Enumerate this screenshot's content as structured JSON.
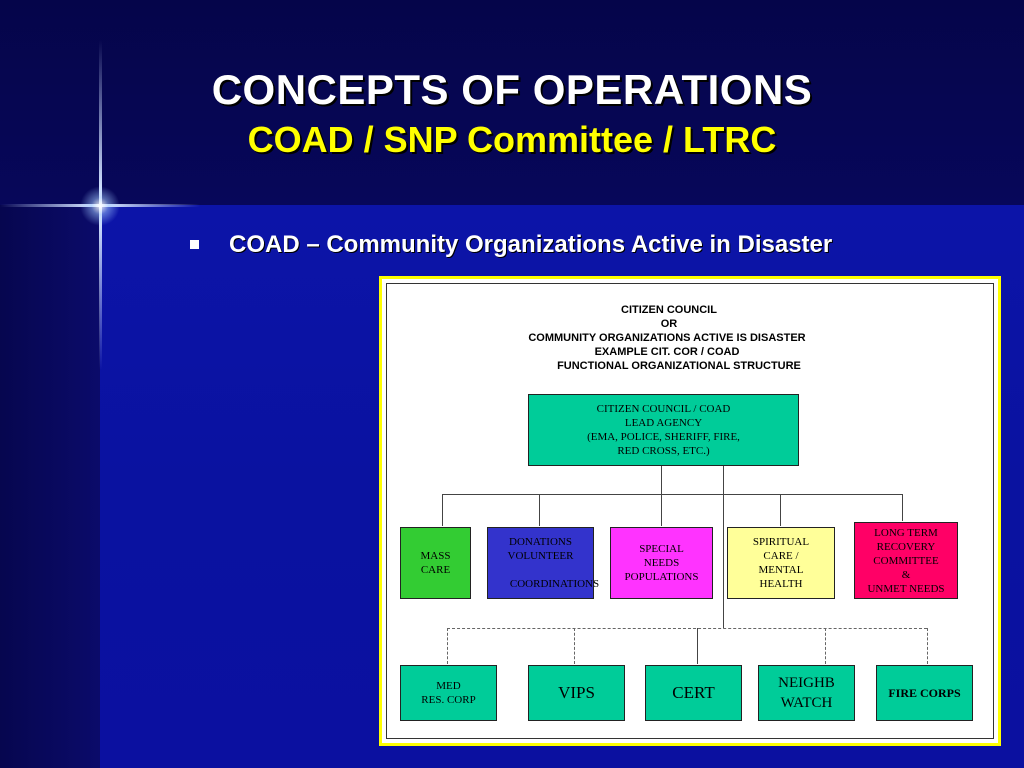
{
  "slide": {
    "title": "CONCEPTS OF OPERATIONS",
    "subtitle": "COAD / SNP Committee / LTRC",
    "bullet": "COAD – Community Organizations Active in Disaster"
  },
  "org_chart": {
    "heading": [
      "CITIZEN COUNCIL",
      "OR",
      "COMMUNITY ORGANIZATIONS ACTIVE IS DISASTER",
      "EXAMPLE CIT. COR / COAD",
      "FUNCTIONAL ORGANIZATIONAL STRUCTURE"
    ],
    "lead": {
      "lines": [
        "CITIZEN COUNCIL / COAD",
        "LEAD AGENCY",
        "(EMA, POLICE, SHERIFF, FIRE,",
        "RED CROSS, ETC.)"
      ],
      "color": "#00cc99"
    },
    "functions": [
      {
        "lines": [
          "MASS",
          "CARE"
        ],
        "color": "#33cc33"
      },
      {
        "lines": [
          "DONATIONS",
          "VOLUNTEER",
          "",
          "COORDINATIONS"
        ],
        "color": "#3333cc"
      },
      {
        "lines": [
          "SPECIAL",
          "NEEDS",
          "POPULATIONS"
        ],
        "color": "#ff33ff"
      },
      {
        "lines": [
          "SPIRITUAL",
          "CARE /",
          "MENTAL",
          "HEALTH"
        ],
        "color": "#ffff99"
      },
      {
        "lines": [
          "LONG TERM",
          "RECOVERY",
          "COMMITTEE",
          "&",
          "UNMET NEEDS"
        ],
        "color": "#ff0066"
      }
    ],
    "programs": [
      {
        "lines": [
          "MED",
          "RES. CORP"
        ],
        "color": "#00cc99"
      },
      {
        "lines": [
          "VIPS"
        ],
        "color": "#00cc99"
      },
      {
        "lines": [
          "CERT"
        ],
        "color": "#00cc99"
      },
      {
        "lines": [
          "NEIGHB",
          "WATCH"
        ],
        "color": "#00cc99"
      },
      {
        "lines": [
          "FIRE CORPS"
        ],
        "color": "#00cc99"
      }
    ]
  },
  "colors": {
    "background": "#0a0a6e",
    "title": "#ffffff",
    "subtitle": "#ffff00",
    "frame_border": "#ffff00"
  }
}
